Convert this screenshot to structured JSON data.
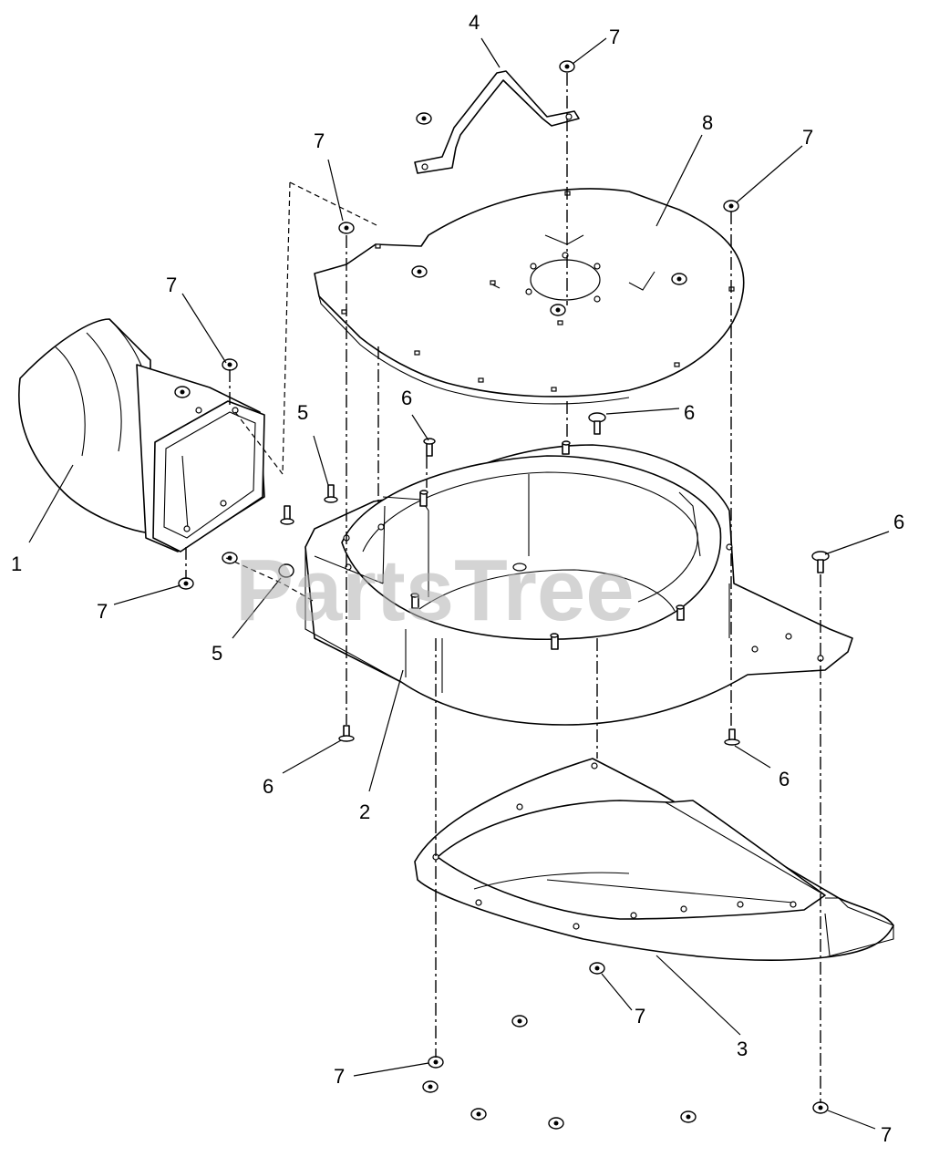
{
  "watermark": "PartsTree",
  "callouts": [
    "1",
    "2",
    "3",
    "4",
    "5",
    "6",
    "7",
    "8"
  ]
}
